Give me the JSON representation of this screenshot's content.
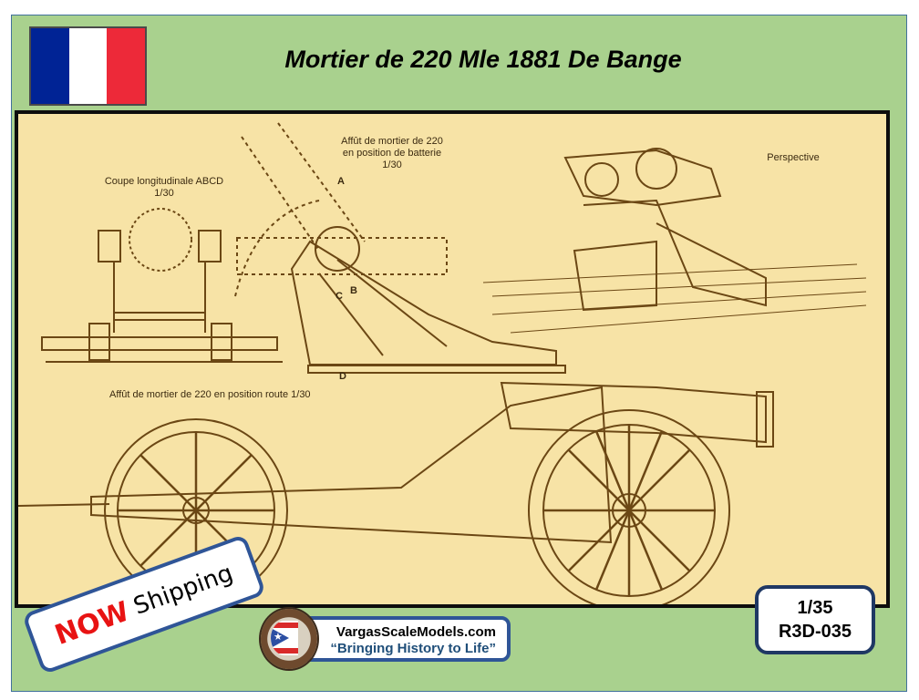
{
  "header": {
    "title": "Mortier de 220 Mle 1881 De Bange",
    "flag": {
      "name": "France",
      "colors": [
        "#002395",
        "#ffffff",
        "#ed2939"
      ]
    }
  },
  "drawing": {
    "labels": {
      "section": "Coupe longitudinale ABCD",
      "section_scale": "1/30",
      "battery_line1": "Affût de mortier de 220",
      "battery_line2": "en position de batterie",
      "battery_scale": "1/30",
      "perspective": "Perspective",
      "route": "Affût de mortier de 220 en position route 1/30",
      "letter_a": "A",
      "letter_b": "B",
      "letter_c": "C",
      "letter_d": "D"
    },
    "colors": {
      "paper": "#f7e3a6",
      "ink": "#5a3c12"
    }
  },
  "badges": {
    "now_word": "NOW",
    "shipping_word": "Shipping",
    "scale": "1/35",
    "product_code": "R3D-035"
  },
  "brand": {
    "site": "VargasScaleModels.com",
    "tagline": "“Bringing History to Life”"
  },
  "colors": {
    "background": "#a9d18e",
    "accent_blue": "#2f5597",
    "now_red": "#e81313"
  }
}
